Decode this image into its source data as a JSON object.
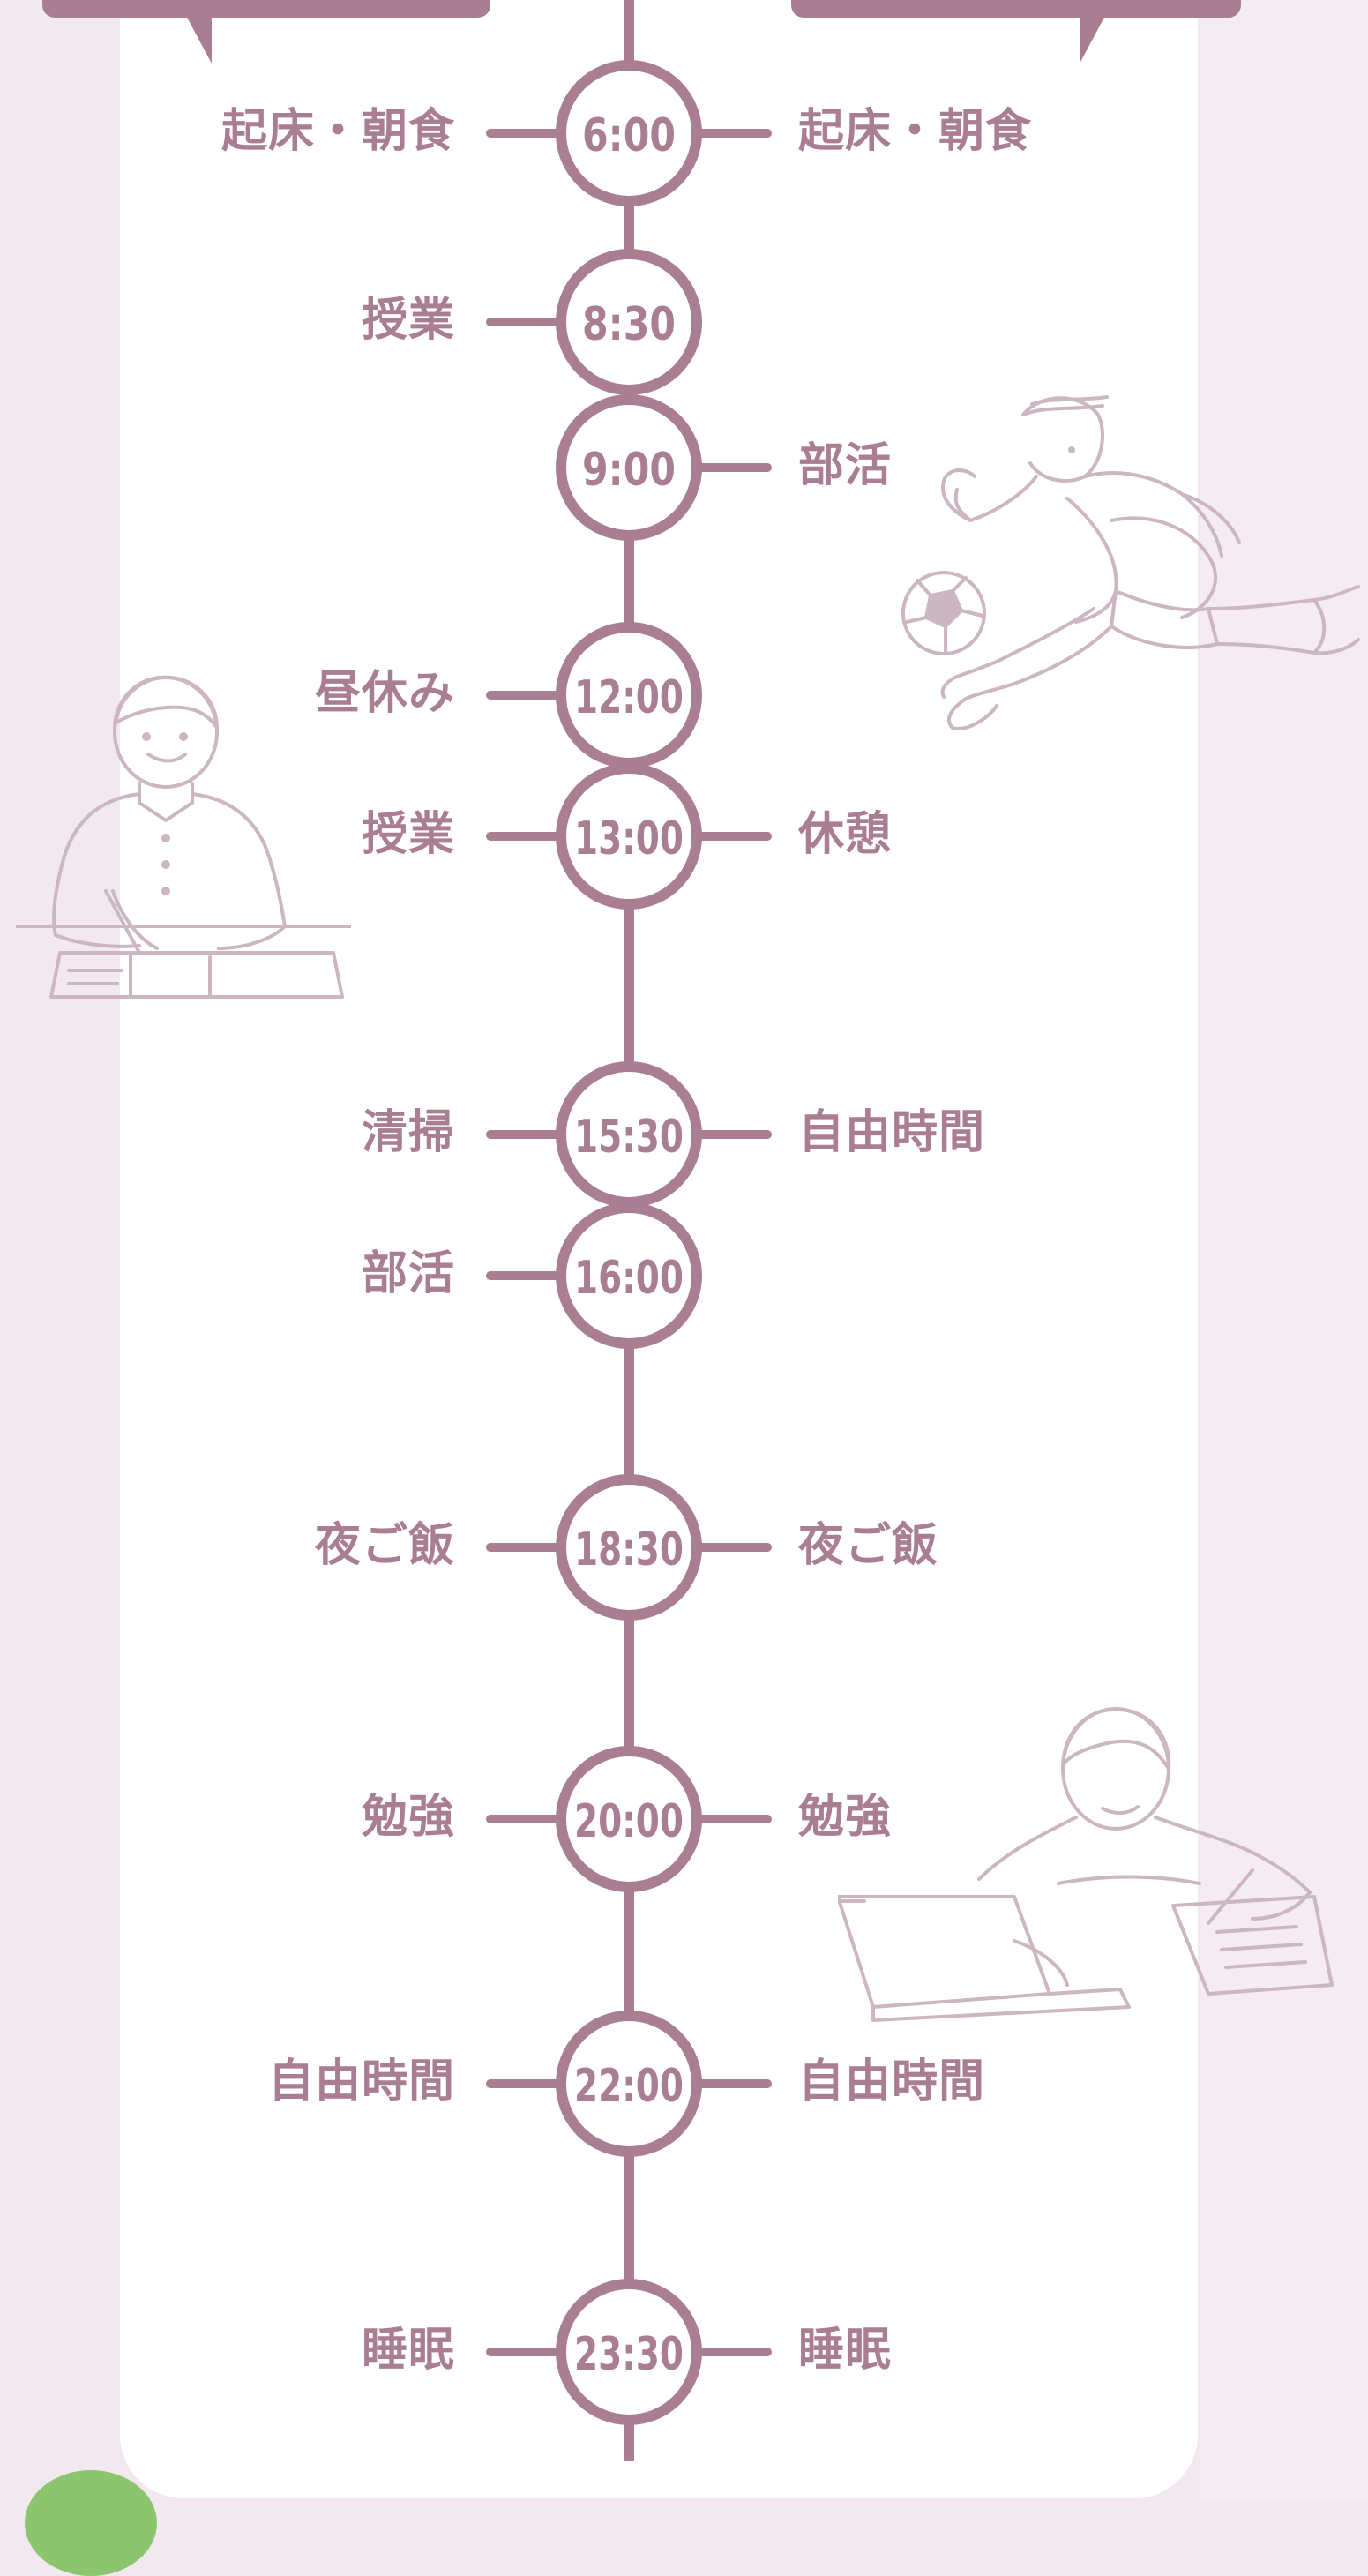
{
  "schedule": [
    {
      "time": "6:00",
      "left": "起床・朝食",
      "right": "起床・朝食"
    },
    {
      "time": "8:30",
      "left": "授業",
      "right": ""
    },
    {
      "time": "9:00",
      "left": "",
      "right": "部活"
    },
    {
      "time": "12:00",
      "left": "昼休み",
      "right": ""
    },
    {
      "time": "13:00",
      "left": "授業",
      "right": "休憩"
    },
    {
      "time": "15:30",
      "left": "清掃",
      "right": "自由時間"
    },
    {
      "time": "16:00",
      "left": "部活",
      "right": ""
    },
    {
      "time": "18:30",
      "left": "夜ご飯",
      "right": "夜ご飯"
    },
    {
      "time": "20:00",
      "left": "勉強",
      "right": "勉強"
    },
    {
      "time": "22:00",
      "left": "自由時間",
      "right": "自由時間"
    },
    {
      "time": "23:30",
      "left": "睡眠",
      "right": "睡眠"
    }
  ],
  "colors": {
    "accent": "#a97e92",
    "illustration": "#cbb6c1",
    "card": "#ffffff",
    "background": "#f1e9ef",
    "blob": "#8cc56e"
  },
  "illustrations": [
    "soccer-player-icon",
    "student-writing-icon",
    "student-laptop-icon"
  ]
}
